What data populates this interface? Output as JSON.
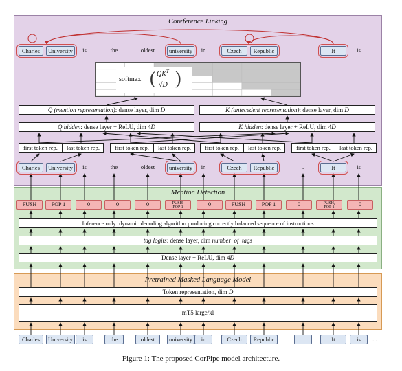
{
  "caption": "Figure 1: The proposed CorPipe model architecture.",
  "sections": {
    "coref_title": "Coreference Linking",
    "mention_title": "Mention Detection",
    "plm_title": "Pretrained Masked Language Model"
  },
  "tokens": [
    "Charles",
    "University",
    "is",
    "the",
    "oldest",
    "university",
    "in",
    "Czech",
    "Republic",
    ".",
    "It",
    "is"
  ],
  "ellipsis": "...",
  "softmax": {
    "prefix": "softmax",
    "numerator": "QK",
    "sup": "T",
    "denominator": "√D"
  },
  "layers": {
    "q_repr_italic": "Q (mention representation)",
    "q_repr_rest": ": dense layer, dim ",
    "k_repr_italic": "K (antecedent representation)",
    "k_repr_rest": ": dense layer, dim ",
    "dim_D": "D",
    "q_hidden_italic": "Q hidden",
    "k_hidden_italic": "K hidden",
    "hidden_rest": ": dense layer + ReLU, dim 4",
    "first_token": "first token rep.",
    "last_token": "last token rep.",
    "inference": "Inference only: dynamic decoding algorithm producing correctly balanced sequence of instructions",
    "tag_logits_italic": "tag logits",
    "tag_logits_rest": ": dense layer, dim ",
    "num_tags": "number_of_tags",
    "dense_relu": "Dense layer + ReLU, dim 4",
    "token_repr": "Token representation, dim ",
    "mt5": "mT5 large/xl"
  },
  "instructions": [
    "PUSH",
    "POP 1",
    "0",
    "0",
    "0",
    "PUSH, POP 1",
    "0",
    "PUSH",
    "POP 1",
    "0",
    "PUSH, POP 1",
    "0"
  ],
  "colors": {
    "coref_bg": "#e3d2e8",
    "mention_bg": "#d2e8cc",
    "plm_bg": "#fbdcbd",
    "token_fill": "#dce6f3",
    "instruction_fill": "#f4b5b5",
    "group_border": "#d05050"
  }
}
